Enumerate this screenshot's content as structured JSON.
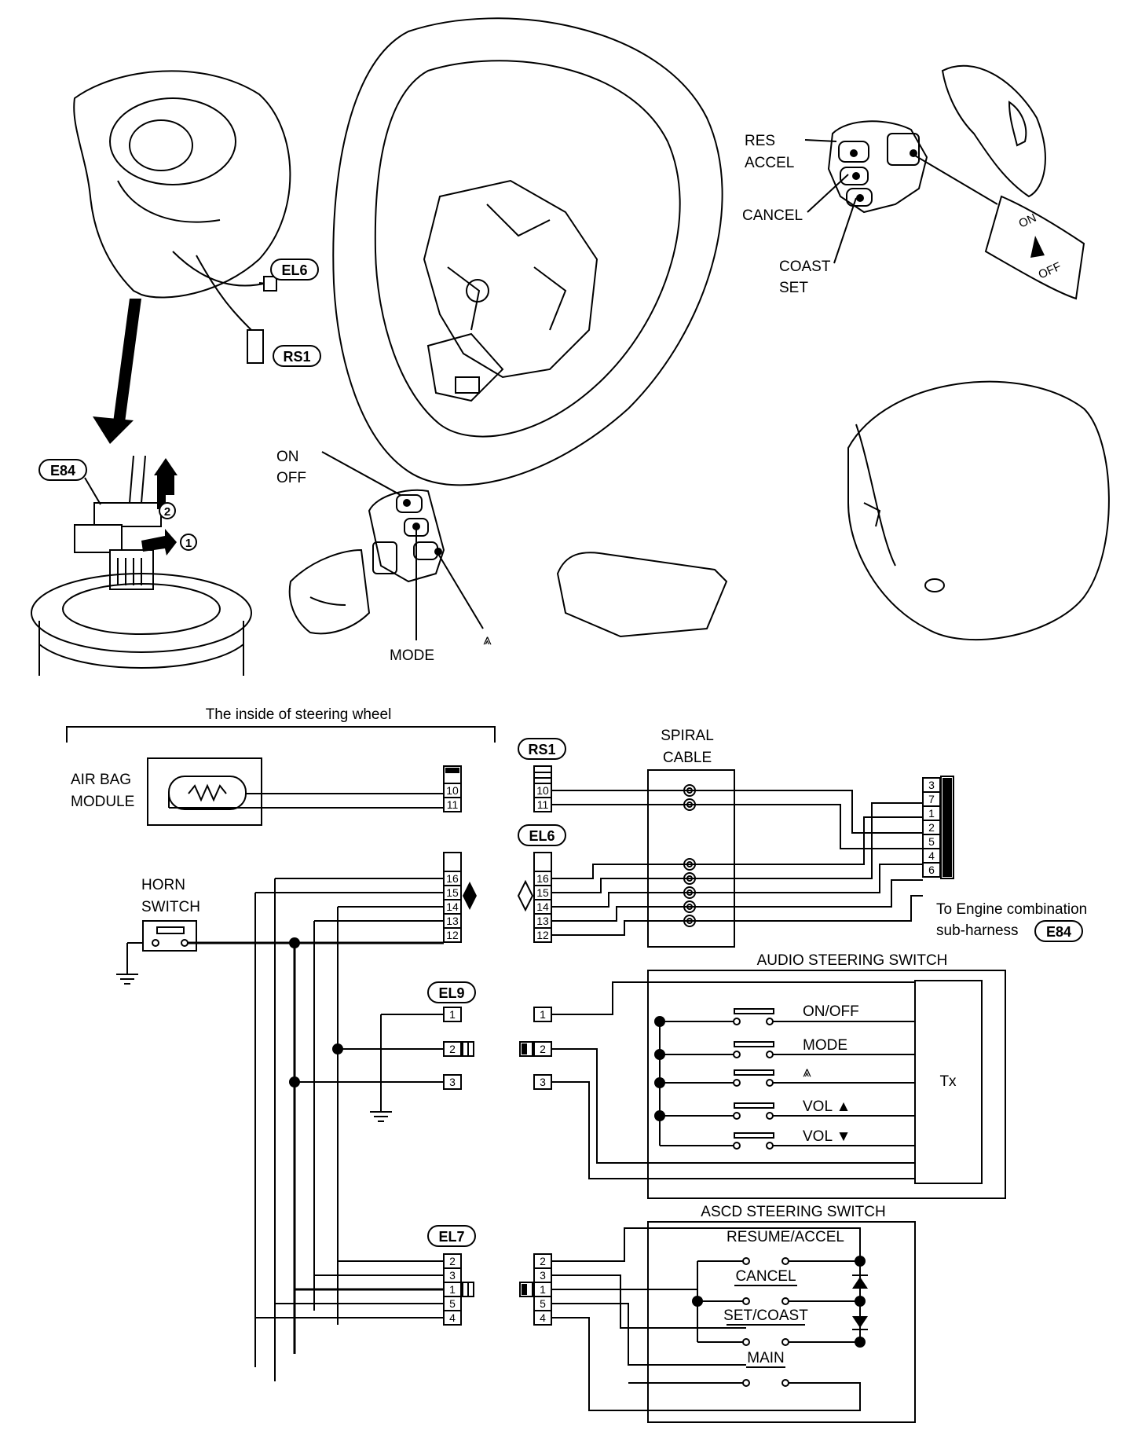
{
  "illustration": {
    "callouts": {
      "res_accel": [
        "RES",
        "ACCEL"
      ],
      "cancel": "CANCEL",
      "coast_set": [
        "COAST",
        "SET"
      ],
      "on_off_right": [
        "ON",
        "OFF"
      ],
      "on_off_left": [
        "ON",
        "OFF"
      ],
      "mode": "MODE",
      "seek": "⩓",
      "step1": "1",
      "step2": "2"
    },
    "connector_tags": {
      "el6": "EL6",
      "rs1": "RS1",
      "e84": "E84"
    }
  },
  "schematic": {
    "inside_label": "The inside of steering wheel",
    "air_bag_module": [
      "AIR BAG",
      "MODULE"
    ],
    "horn_switch": [
      "HORN",
      "SWITCH"
    ],
    "spiral_cable": [
      "SPIRAL",
      "CABLE"
    ],
    "audio_switch": {
      "title": "AUDIO STEERING SWITCH",
      "items": [
        "ON/OFF",
        "MODE",
        "⩓",
        "VOL ▲",
        "VOL ▼"
      ],
      "tx": "Tx"
    },
    "ascd_switch": {
      "title": "ASCD STEERING SWITCH",
      "items": [
        "RESUME/ACCEL",
        "CANCEL",
        "SET/COAST",
        "MAIN"
      ]
    },
    "engine_note": [
      "To Engine combination",
      "sub-harness"
    ],
    "connectors": {
      "rs1": "RS1",
      "el6": "EL6",
      "el9": "EL9",
      "el7": "EL7",
      "e84": "E84"
    },
    "pins": {
      "airbag_side": [
        "10",
        "11"
      ],
      "horn_side": [
        "16",
        "15",
        "14",
        "13",
        "12"
      ],
      "el9_left": [
        "1",
        "2",
        "3"
      ],
      "el7_left": [
        "2",
        "3",
        "1",
        "5",
        "4"
      ],
      "rs1_right": [
        "10",
        "11"
      ],
      "el6_right": [
        "16",
        "15",
        "14",
        "13",
        "12"
      ],
      "audio_right": [
        "1",
        "2",
        "3"
      ],
      "ascd_right": [
        "2",
        "3",
        "1",
        "5",
        "4"
      ],
      "e84": [
        "3",
        "7",
        "1",
        "2",
        "5",
        "4",
        "6"
      ]
    }
  }
}
